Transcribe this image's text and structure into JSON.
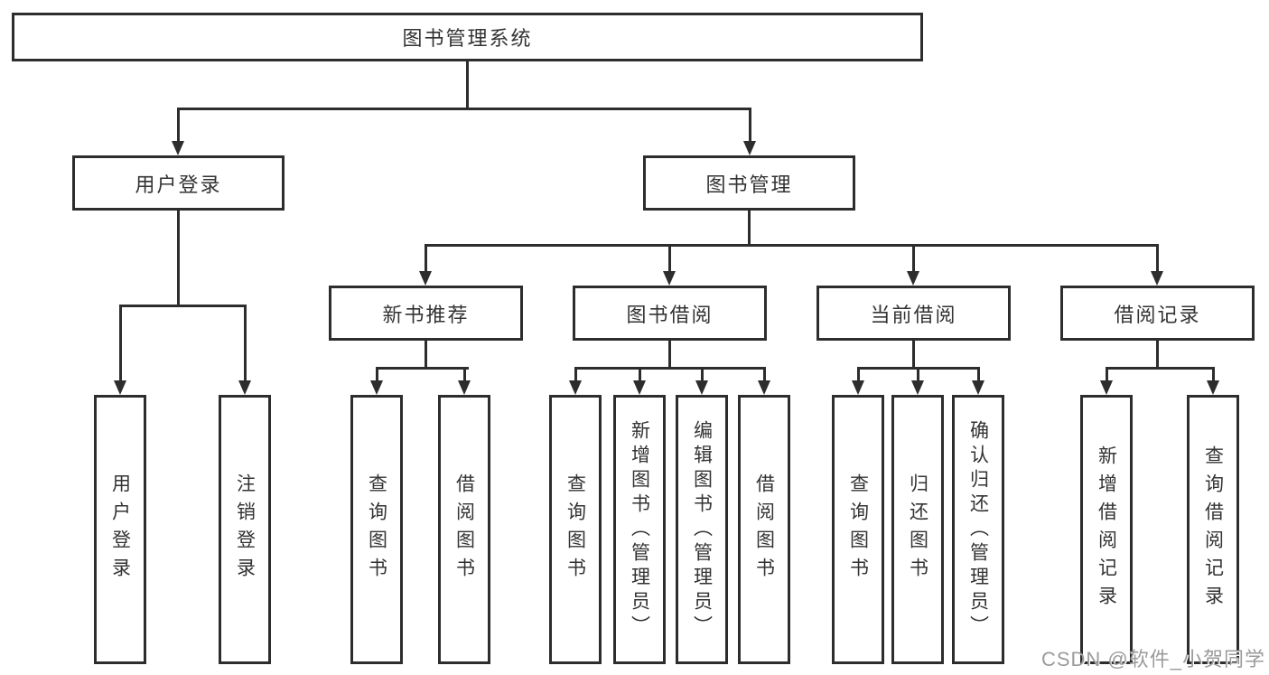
{
  "diagram": {
    "type": "hierarchy-tree",
    "colors": {
      "line": "#2d2d2d",
      "box_border": "#2d2d2d",
      "box_background": "#ffffff",
      "text": "#333333",
      "watermark_text": "#9b9b9b"
    },
    "nodes": {
      "root": {
        "label": "图书管理系统"
      },
      "user_login": {
        "label": "用户登录"
      },
      "book_mgmt": {
        "label": "图书管理"
      },
      "new_book_rec": {
        "label": "新书推荐"
      },
      "book_borrow": {
        "label": "图书借阅"
      },
      "current_borrow": {
        "label": "当前借阅"
      },
      "borrow_record": {
        "label": "借阅记录"
      },
      "leaf_user_login": {
        "label": "用户登录"
      },
      "leaf_logout": {
        "label": "注销登录"
      },
      "leaf_query_book_1": {
        "label": "查询图书"
      },
      "leaf_borrow_book_1": {
        "label": "借阅图书"
      },
      "leaf_query_book_2": {
        "label": "查询图书"
      },
      "leaf_add_book": {
        "label": "新增图书（管理员）"
      },
      "leaf_edit_book": {
        "label": "编辑图书（管理员）"
      },
      "leaf_borrow_book_2": {
        "label": "借阅图书"
      },
      "leaf_query_book_3": {
        "label": "查询图书"
      },
      "leaf_return_book": {
        "label": "归还图书"
      },
      "leaf_confirm_return": {
        "label": "确认归还（管理员）"
      },
      "leaf_add_record": {
        "label": "新增借阅记录"
      },
      "leaf_query_record": {
        "label": "查询借阅记录"
      }
    },
    "edges": [
      [
        "root",
        "user_login"
      ],
      [
        "root",
        "book_mgmt"
      ],
      [
        "user_login",
        "leaf_user_login"
      ],
      [
        "user_login",
        "leaf_logout"
      ],
      [
        "book_mgmt",
        "new_book_rec"
      ],
      [
        "book_mgmt",
        "book_borrow"
      ],
      [
        "book_mgmt",
        "current_borrow"
      ],
      [
        "book_mgmt",
        "borrow_record"
      ],
      [
        "new_book_rec",
        "leaf_query_book_1"
      ],
      [
        "new_book_rec",
        "leaf_borrow_book_1"
      ],
      [
        "book_borrow",
        "leaf_query_book_2"
      ],
      [
        "book_borrow",
        "leaf_add_book"
      ],
      [
        "book_borrow",
        "leaf_edit_book"
      ],
      [
        "book_borrow",
        "leaf_borrow_book_2"
      ],
      [
        "current_borrow",
        "leaf_query_book_3"
      ],
      [
        "current_borrow",
        "leaf_return_book"
      ],
      [
        "current_borrow",
        "leaf_confirm_return"
      ],
      [
        "borrow_record",
        "leaf_add_record"
      ],
      [
        "borrow_record",
        "leaf_query_record"
      ]
    ],
    "watermark": "CSDN @软件_小贺同学"
  }
}
